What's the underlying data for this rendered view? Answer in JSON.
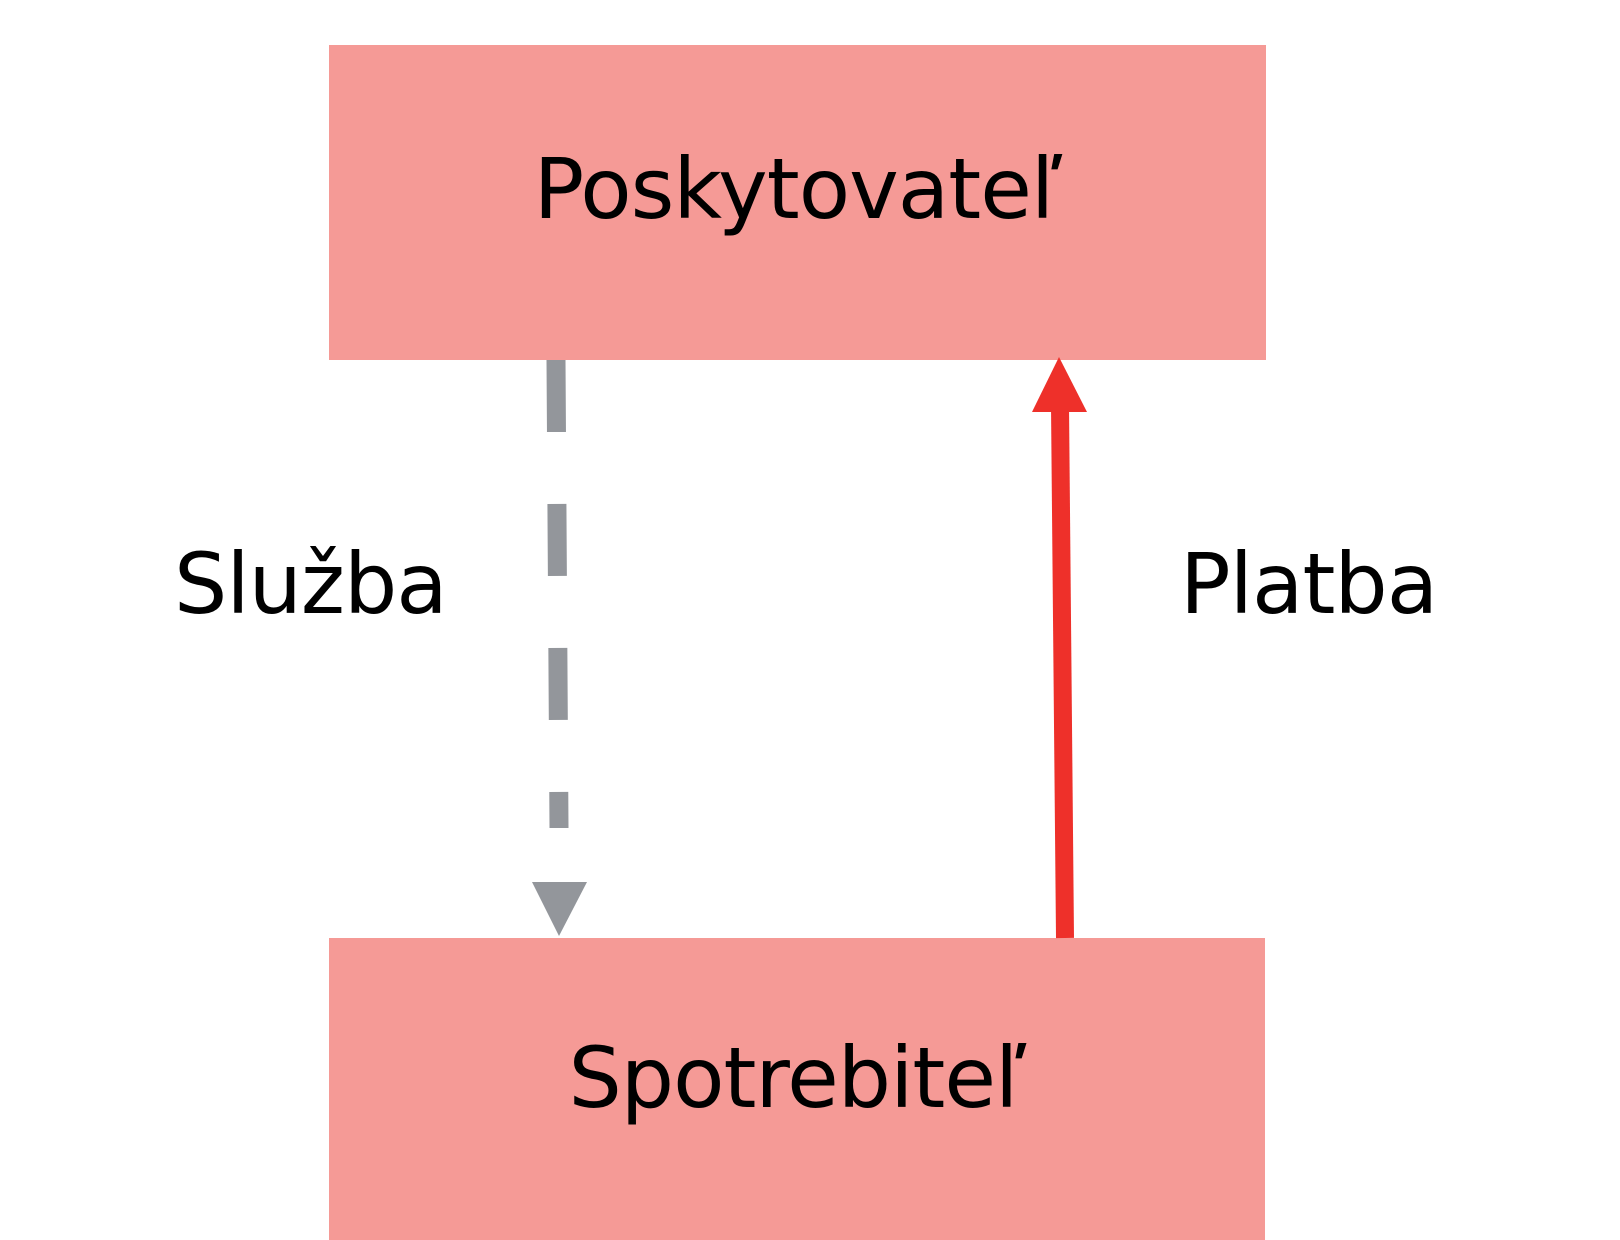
{
  "nodes": {
    "provider": {
      "label": "Poskytovateľ"
    },
    "consumer": {
      "label": "Spotrebiteľ"
    }
  },
  "edges": {
    "service": {
      "label": "Služba",
      "style": "dashed",
      "direction": "provider-to-consumer",
      "color": "#93969b"
    },
    "payment": {
      "label": "Platba",
      "style": "solid",
      "direction": "consumer-to-provider",
      "color": "#ee302a"
    }
  },
  "colors": {
    "node_fill": "#f59a96",
    "background": "#ffffff",
    "text": "#000000"
  }
}
